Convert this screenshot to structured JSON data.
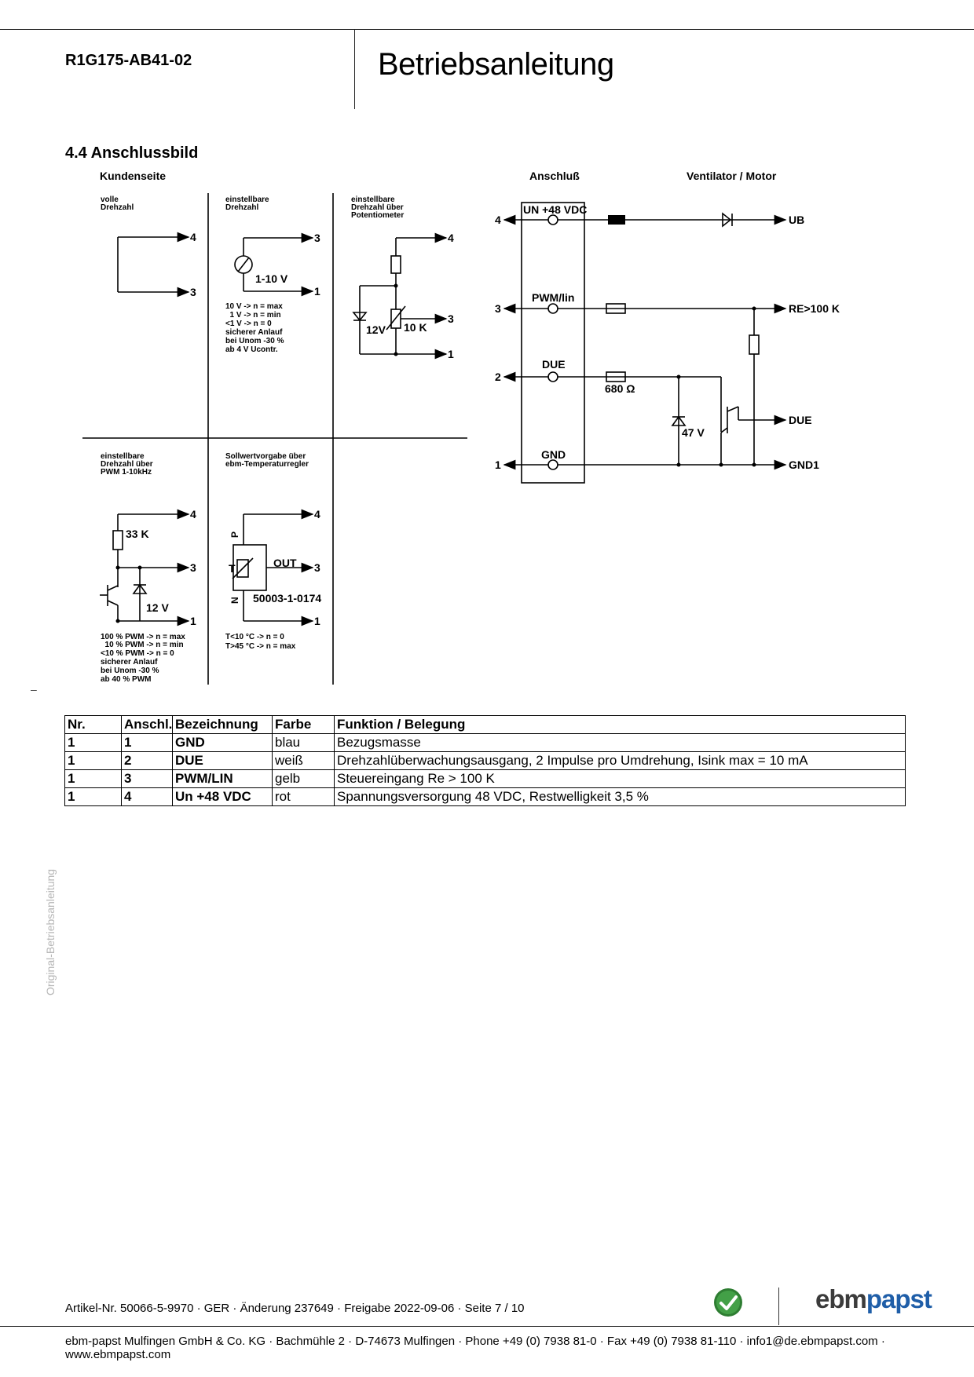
{
  "header": {
    "model": "R1G175-AB41-02",
    "title": "Betriebsanleitung"
  },
  "section_title": "4.4 Anschlussbild",
  "diagram": {
    "kundenseite": "Kundenseite",
    "anschluss": "Anschluß",
    "ventilator": "Ventilator / Motor",
    "cell1_title": [
      "volle",
      "Drehzahl"
    ],
    "cell2_title": [
      "einstellbare",
      "Drehzahl"
    ],
    "cell2_voltage": "1-10 V",
    "cell2_notes": [
      "10 V -> n = max",
      "  1 V -> n = min",
      "<1 V -> n = 0",
      "sicherer Anlauf",
      "bei Unom -30 %",
      "ab 4 V Ucontr."
    ],
    "cell3_title": [
      "einstellbare",
      "Drehzahl über",
      "Potentiometer"
    ],
    "cell3_zener": "12V",
    "cell3_pot": "10 K",
    "cell4_title": [
      "einstellbare",
      "Drehzahl über",
      "PWM 1-10kHz"
    ],
    "cell4_res": "33 K",
    "cell4_zener": "12 V",
    "cell4_notes": [
      "100 % PWM -> n = max",
      "  10 % PWM -> n = min",
      "<10 % PWM -> n = 0",
      "sicherer Anlauf",
      "bei Unom -30 %",
      "ab 40 % PWM"
    ],
    "cell5_title": [
      "Sollwertvorgabe über",
      "ebm-Temperaturregler"
    ],
    "cell5_p": "P",
    "cell5_n": "N",
    "cell5_t": "T",
    "cell5_out": "OUT",
    "cell5_part": "50003-1-0174",
    "cell5_notes": [
      "T<10 °C -> n = 0",
      "T>45 °C -> n = max"
    ],
    "pins": [
      "4",
      "3",
      "2",
      "1"
    ],
    "conn_un": "UN +48 VDC",
    "conn_pwm": "PWM/lin",
    "conn_due": "DUE",
    "conn_gnd": "GND",
    "r680": "680 Ω",
    "z47": "47 V",
    "out_ub": "UB",
    "out_re": "RE>100 K",
    "out_due": "DUE",
    "out_gnd": "GND1",
    "num4": "4",
    "num3": "3",
    "num1": "1"
  },
  "table": {
    "headers": [
      "Nr.",
      "Anschl.",
      "Bezeichnung",
      "Farbe",
      "Funktion / Belegung"
    ],
    "rows": [
      [
        "1",
        "1",
        "GND",
        "blau",
        "Bezugsmasse"
      ],
      [
        "1",
        "2",
        "DUE",
        "weiß",
        "Drehzahlüberwachungsausgang, 2 Impulse pro Umdrehung, Isink max = 10 mA"
      ],
      [
        "1",
        "3",
        "PWM/LIN",
        "gelb",
        "Steuereingang Re > 100 K"
      ],
      [
        "1",
        "4",
        "Un +48 VDC",
        "rot",
        "Spannungsversorgung 48 VDC, Restwelligkeit 3,5 %"
      ]
    ]
  },
  "side_text": "Original-Betriebsanleitung",
  "footer": {
    "article": "Artikel-Nr. 50066-5-9970 · GER · Änderung 237649 · Freigabe 2022-09-06 · Seite 7 / 10",
    "company": "ebm-papst Mulfingen GmbH & Co. KG · Bachmühle 2 · D-74673 Mulfingen · Phone +49 (0) 7938 81-0 · Fax +49 (0) 7938 81-110 · info1@de.ebmpapst.com · www.ebmpapst.com",
    "logo_a": "ebm",
    "logo_b": "papst",
    "badge_icon": "green-tech-check-icon"
  }
}
